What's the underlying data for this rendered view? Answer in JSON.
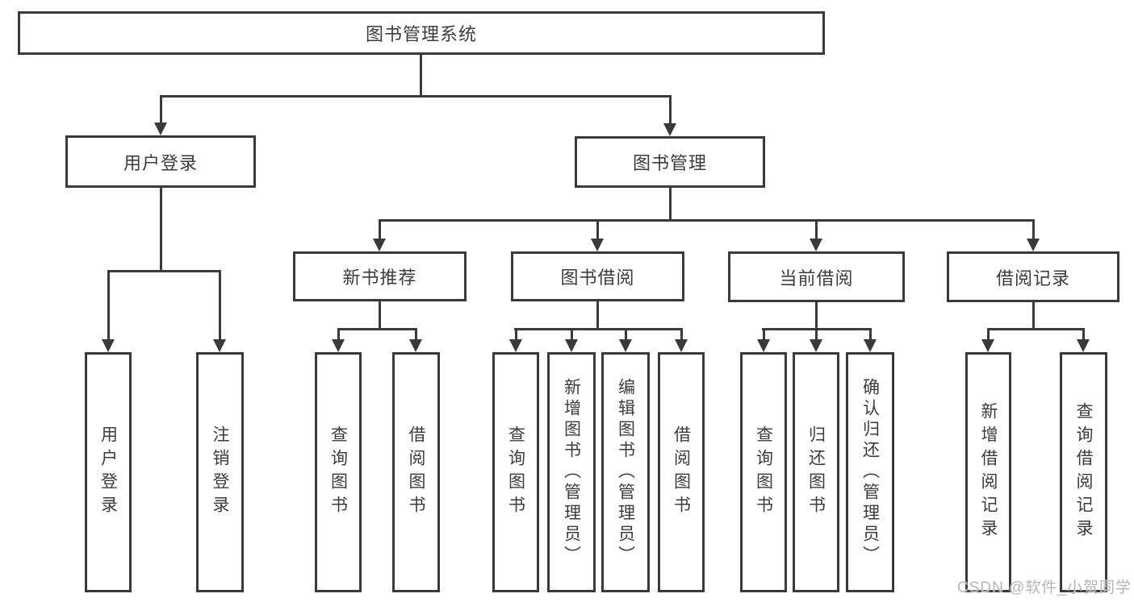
{
  "colors": {
    "line": "#3a3a3a",
    "box_border": "#3a3a3a",
    "text": "#3c3c3c",
    "background": "#ffffff",
    "watermark": "#b5b5b5"
  },
  "tree": {
    "root": "图书管理系统",
    "branches": [
      {
        "label": "用户登录",
        "children": [
          "用户登录",
          "注销登录"
        ]
      },
      {
        "label": "图书管理",
        "groups": [
          {
            "label": "新书推荐",
            "children": [
              "查询图书",
              "借阅图书"
            ]
          },
          {
            "label": "图书借阅",
            "children": [
              "查询图书",
              "新增图书（管理员）",
              "编辑图书（管理员）",
              "借阅图书"
            ]
          },
          {
            "label": "当前借阅",
            "children": [
              "查询图书",
              "归还图书",
              "确认归还（管理员）"
            ]
          },
          {
            "label": "借阅记录",
            "children": [
              "新增借阅记录",
              "查询借阅记录"
            ]
          }
        ]
      }
    ]
  },
  "watermark": "CSDN @软件_小贺同学"
}
